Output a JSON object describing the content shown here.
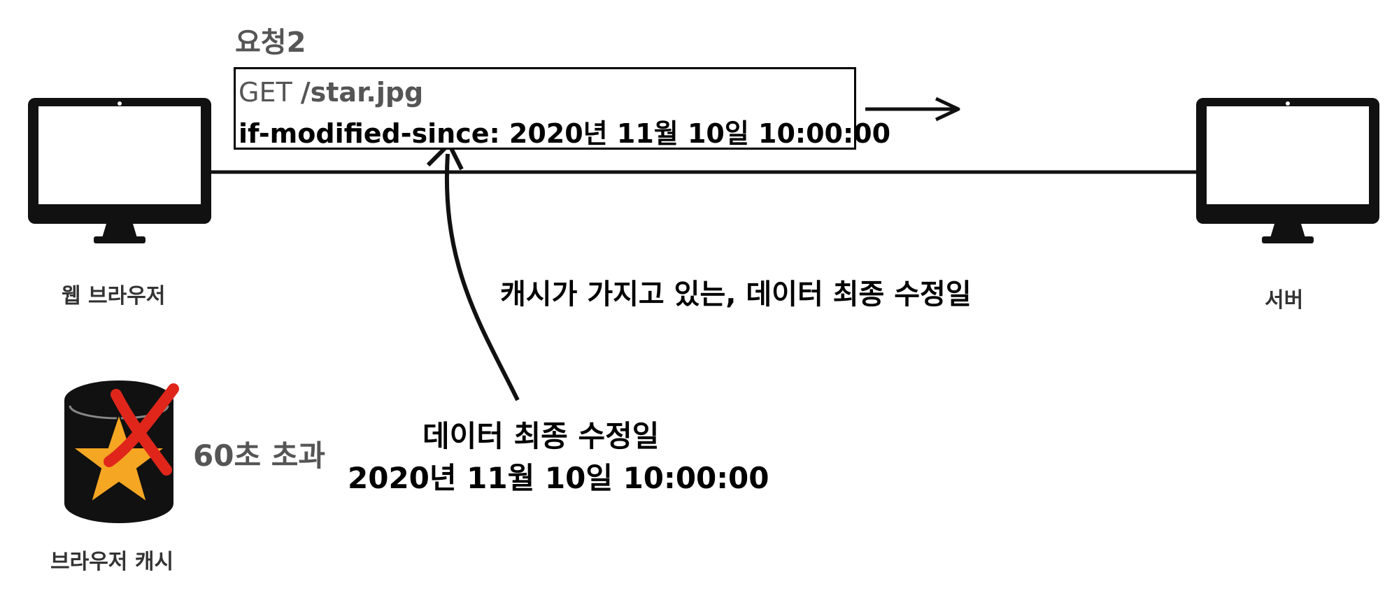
{
  "request": {
    "title": "요청2",
    "method": "GET",
    "path": "/star.jpg",
    "header_line": "if-modified-since: 2020년 11월 10일 10:00:00"
  },
  "nodes": {
    "browser_label": "웹 브라우저",
    "server_label": "서버",
    "cache_label": "브라우저 캐시"
  },
  "annotation": "캐시가 가지고 있는, 데이터 최종 수정일",
  "cache_entry": {
    "label": "데이터 최종 수정일",
    "date": "2020년 11월 10일 10:00:00",
    "status": "60초 초과"
  },
  "icons": [
    "monitor-icon",
    "database-icon",
    "star-icon",
    "red-x-icon",
    "arrow-right-icon",
    "curved-arrow-up-icon"
  ],
  "colors": {
    "star": "#F5A623",
    "cross": "#E0261B",
    "text_gray": "#555555"
  }
}
